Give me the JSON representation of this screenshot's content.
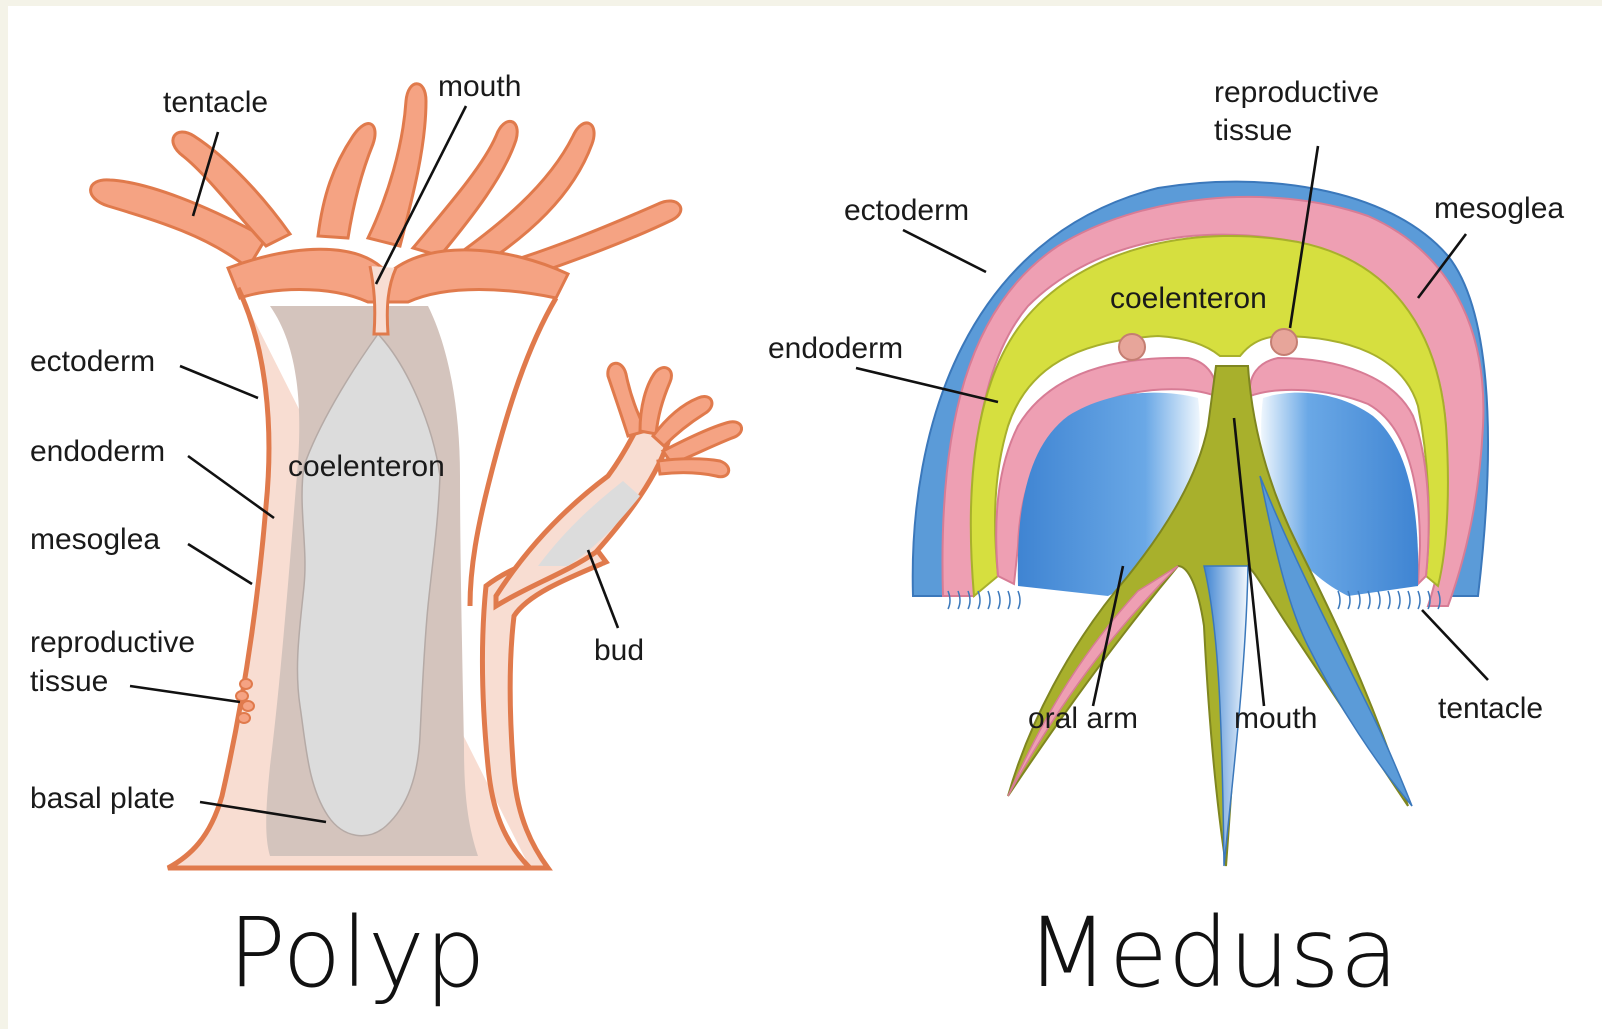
{
  "polyp": {
    "title": "Polyp",
    "labels": {
      "tentacle": "tentacle",
      "mouth": "mouth",
      "ectoderm": "ectoderm",
      "endoderm": "endoderm",
      "coelenteron": "coelenteron",
      "mesoglea": "mesoglea",
      "reproductive_tissue_1": "reproductive",
      "reproductive_tissue_2": "tissue",
      "bud": "bud",
      "basal_plate": "basal plate"
    }
  },
  "medusa": {
    "title": "Medusa",
    "labels": {
      "reproductive_tissue_1": "reproductive",
      "reproductive_tissue_2": "tissue",
      "ectoderm": "ectoderm",
      "mesoglea": "mesoglea",
      "coelenteron": "coelenteron",
      "endoderm": "endoderm",
      "oral_arm": "oral arm",
      "mouth": "mouth",
      "tentacle": "tentacle"
    }
  },
  "colors": {
    "polyp_ectoderm": "#e88a5c",
    "polyp_body": "#f5a383",
    "polyp_mesoglea": "#f8ddd2",
    "polyp_endoderm": "#d4c4bd",
    "polyp_cavity": "#dcdcdc",
    "medusa_ectoderm": "#5b9bd8",
    "medusa_mesoglea": "#ee9fb3",
    "medusa_coelenteron": "#d6df3f",
    "medusa_oral_arm": "#a8b02c",
    "medusa_subumbrella": "#4a8fd6"
  }
}
